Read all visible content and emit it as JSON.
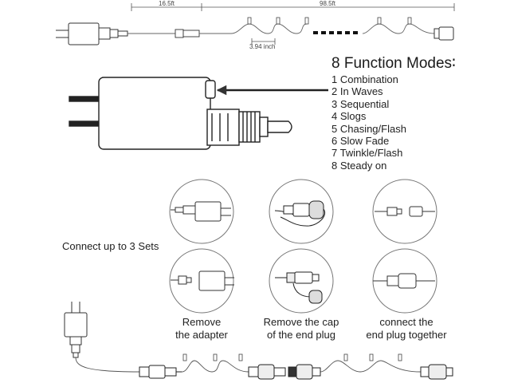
{
  "dimensions": {
    "lead_length": "16.5ft",
    "string_length": "98.5ft",
    "bulb_spacing": "3.94 inch"
  },
  "modes": {
    "title": "8 Function Modes∶",
    "items": [
      "1 Combination",
      "2 In Waves",
      "3 Sequential",
      "4 Slogs",
      "5 Chasing/Flash",
      "6 Slow Fade",
      "7 Twinkle/Flash",
      "8 Steady on"
    ]
  },
  "connect": {
    "label": "Connect up to 3 Sets"
  },
  "steps": [
    {
      "line1": "Remove",
      "line2": "the adapter"
    },
    {
      "line1": "Remove the cap",
      "line2": "of the end plug"
    },
    {
      "line1": "connect the",
      "line2": "end plug together"
    }
  ],
  "colors": {
    "ink": "#222222",
    "wire": "#555555",
    "line_art": "#333333"
  }
}
